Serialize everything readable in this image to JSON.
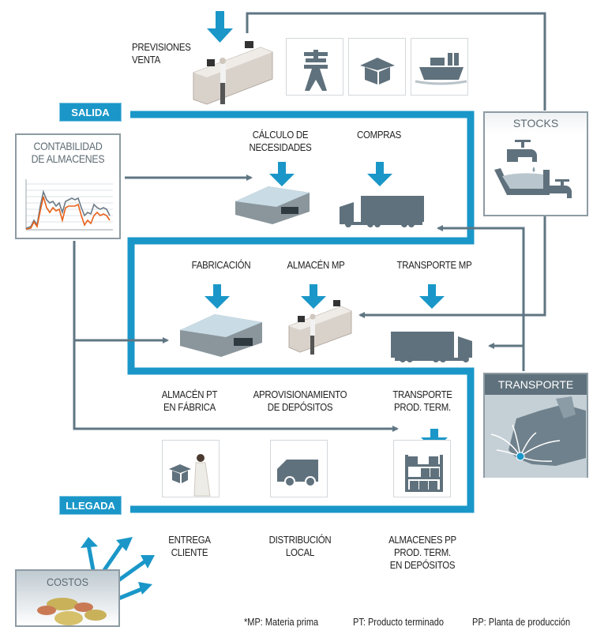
{
  "diagram": {
    "title": "Logistics flow: stock management",
    "colors": {
      "flow_blue": "#1a97c8",
      "connector_gray": "#5f7683",
      "icon_gray": "#5f717c",
      "chart_orange": "#e8611a",
      "chart_gray": "#6c7b86"
    },
    "stages": {
      "salida": "SALIDA",
      "llegada": "LLEGADA"
    },
    "top": {
      "previsiones": [
        "PREVISIONES",
        "VENTA"
      ],
      "icons": [
        "power-pylon-icon",
        "open-box-icon",
        "cargo-ship-icon"
      ]
    },
    "row1": {
      "calculo": [
        "CÁLCULO DE",
        "NECESIDADES"
      ],
      "compras": "COMPRAS"
    },
    "row2": {
      "fabricacion": "FABRICACIÓN",
      "almacen_mp": "ALMACÉN MP",
      "transporte_mp": "TRANSPORTE MP"
    },
    "row3": {
      "almacen_pt": [
        "ALMACÉN PT",
        "EN FÁBRICA"
      ],
      "aprovisionamiento": [
        "APROVISIONAMIENTO",
        "DE DEPÓSITOS"
      ],
      "transporte_pt": [
        "TRANSPORTE",
        "PROD. TERM."
      ]
    },
    "row4": {
      "entrega": [
        "ENTREGA",
        "CLIENTE"
      ],
      "distribucion": [
        "DISTRIBUCIÓN",
        "LOCAL"
      ],
      "almacenes_pp": [
        "ALMACENES PP",
        "PROD. TERM.",
        "EN DEPÓSITOS"
      ]
    },
    "side_panels": {
      "contabilidad": [
        "CONTABILIDAD",
        "DE ALMACENES"
      ],
      "stocks": "STOCKS",
      "transporte": "TRANSPORTE",
      "costos": "COSTOS"
    },
    "legend": {
      "mp": "*MP: Materia prima",
      "pt": "PT: Producto terminado",
      "pp": "PP: Planta de producción"
    }
  }
}
